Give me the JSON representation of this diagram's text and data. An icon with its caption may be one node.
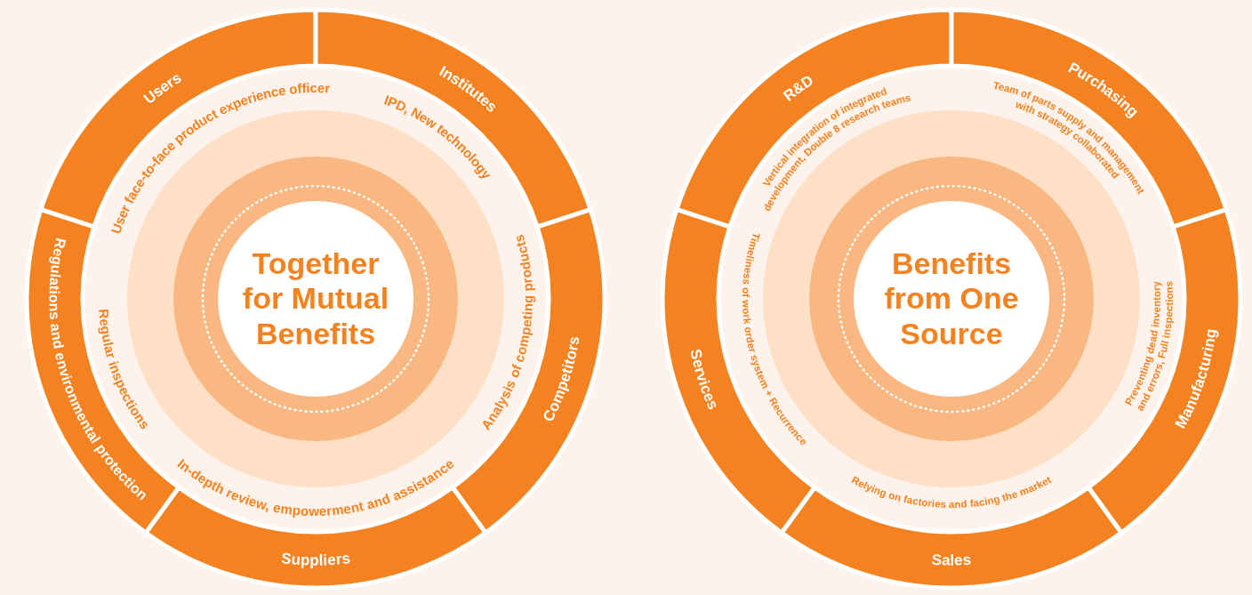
{
  "diagram": {
    "nodes": [
      {
        "text": [
          "Together for Mutual Benefits"
        ]
      },
      {
        "text": [
          "Users"
        ],
        "beside": [
          "User face-to-face product experience officer"
        ]
      },
      {
        "text": [
          "Institutes"
        ],
        "beside": [
          "IPD, New technology"
        ]
      },
      {
        "text": [
          "Competitors"
        ],
        "beside": [
          "Analysis of competing products"
        ]
      },
      {
        "text": [
          "Suppliers"
        ],
        "beside": [
          "In-depth review, empowerment and assistance"
        ]
      },
      {
        "text": [
          "Regulations and environmental protection"
        ],
        "beside": [
          "Regular inspections"
        ]
      },
      {
        "text": [
          "Benefits from One Source"
        ]
      },
      {
        "text": [
          "R&D"
        ],
        "beside": [
          "Vertical integration of integrated development, Double 8 research teams"
        ]
      },
      {
        "text": [
          "Purchasing"
        ],
        "beside": [
          "Team of parts supply and management with strategy collaborated"
        ]
      },
      {
        "text": [
          "Manufacturing"
        ],
        "beside": [
          "Preventing dead inventory and errors, Full inspections"
        ]
      },
      {
        "text": [
          "Sales"
        ],
        "beside": [
          "Relying on factories and facing the market"
        ]
      },
      {
        "text": [
          "Services"
        ],
        "beside": [
          "Timeliness of work order system + Recurrence"
        ]
      }
    ]
  }
}
